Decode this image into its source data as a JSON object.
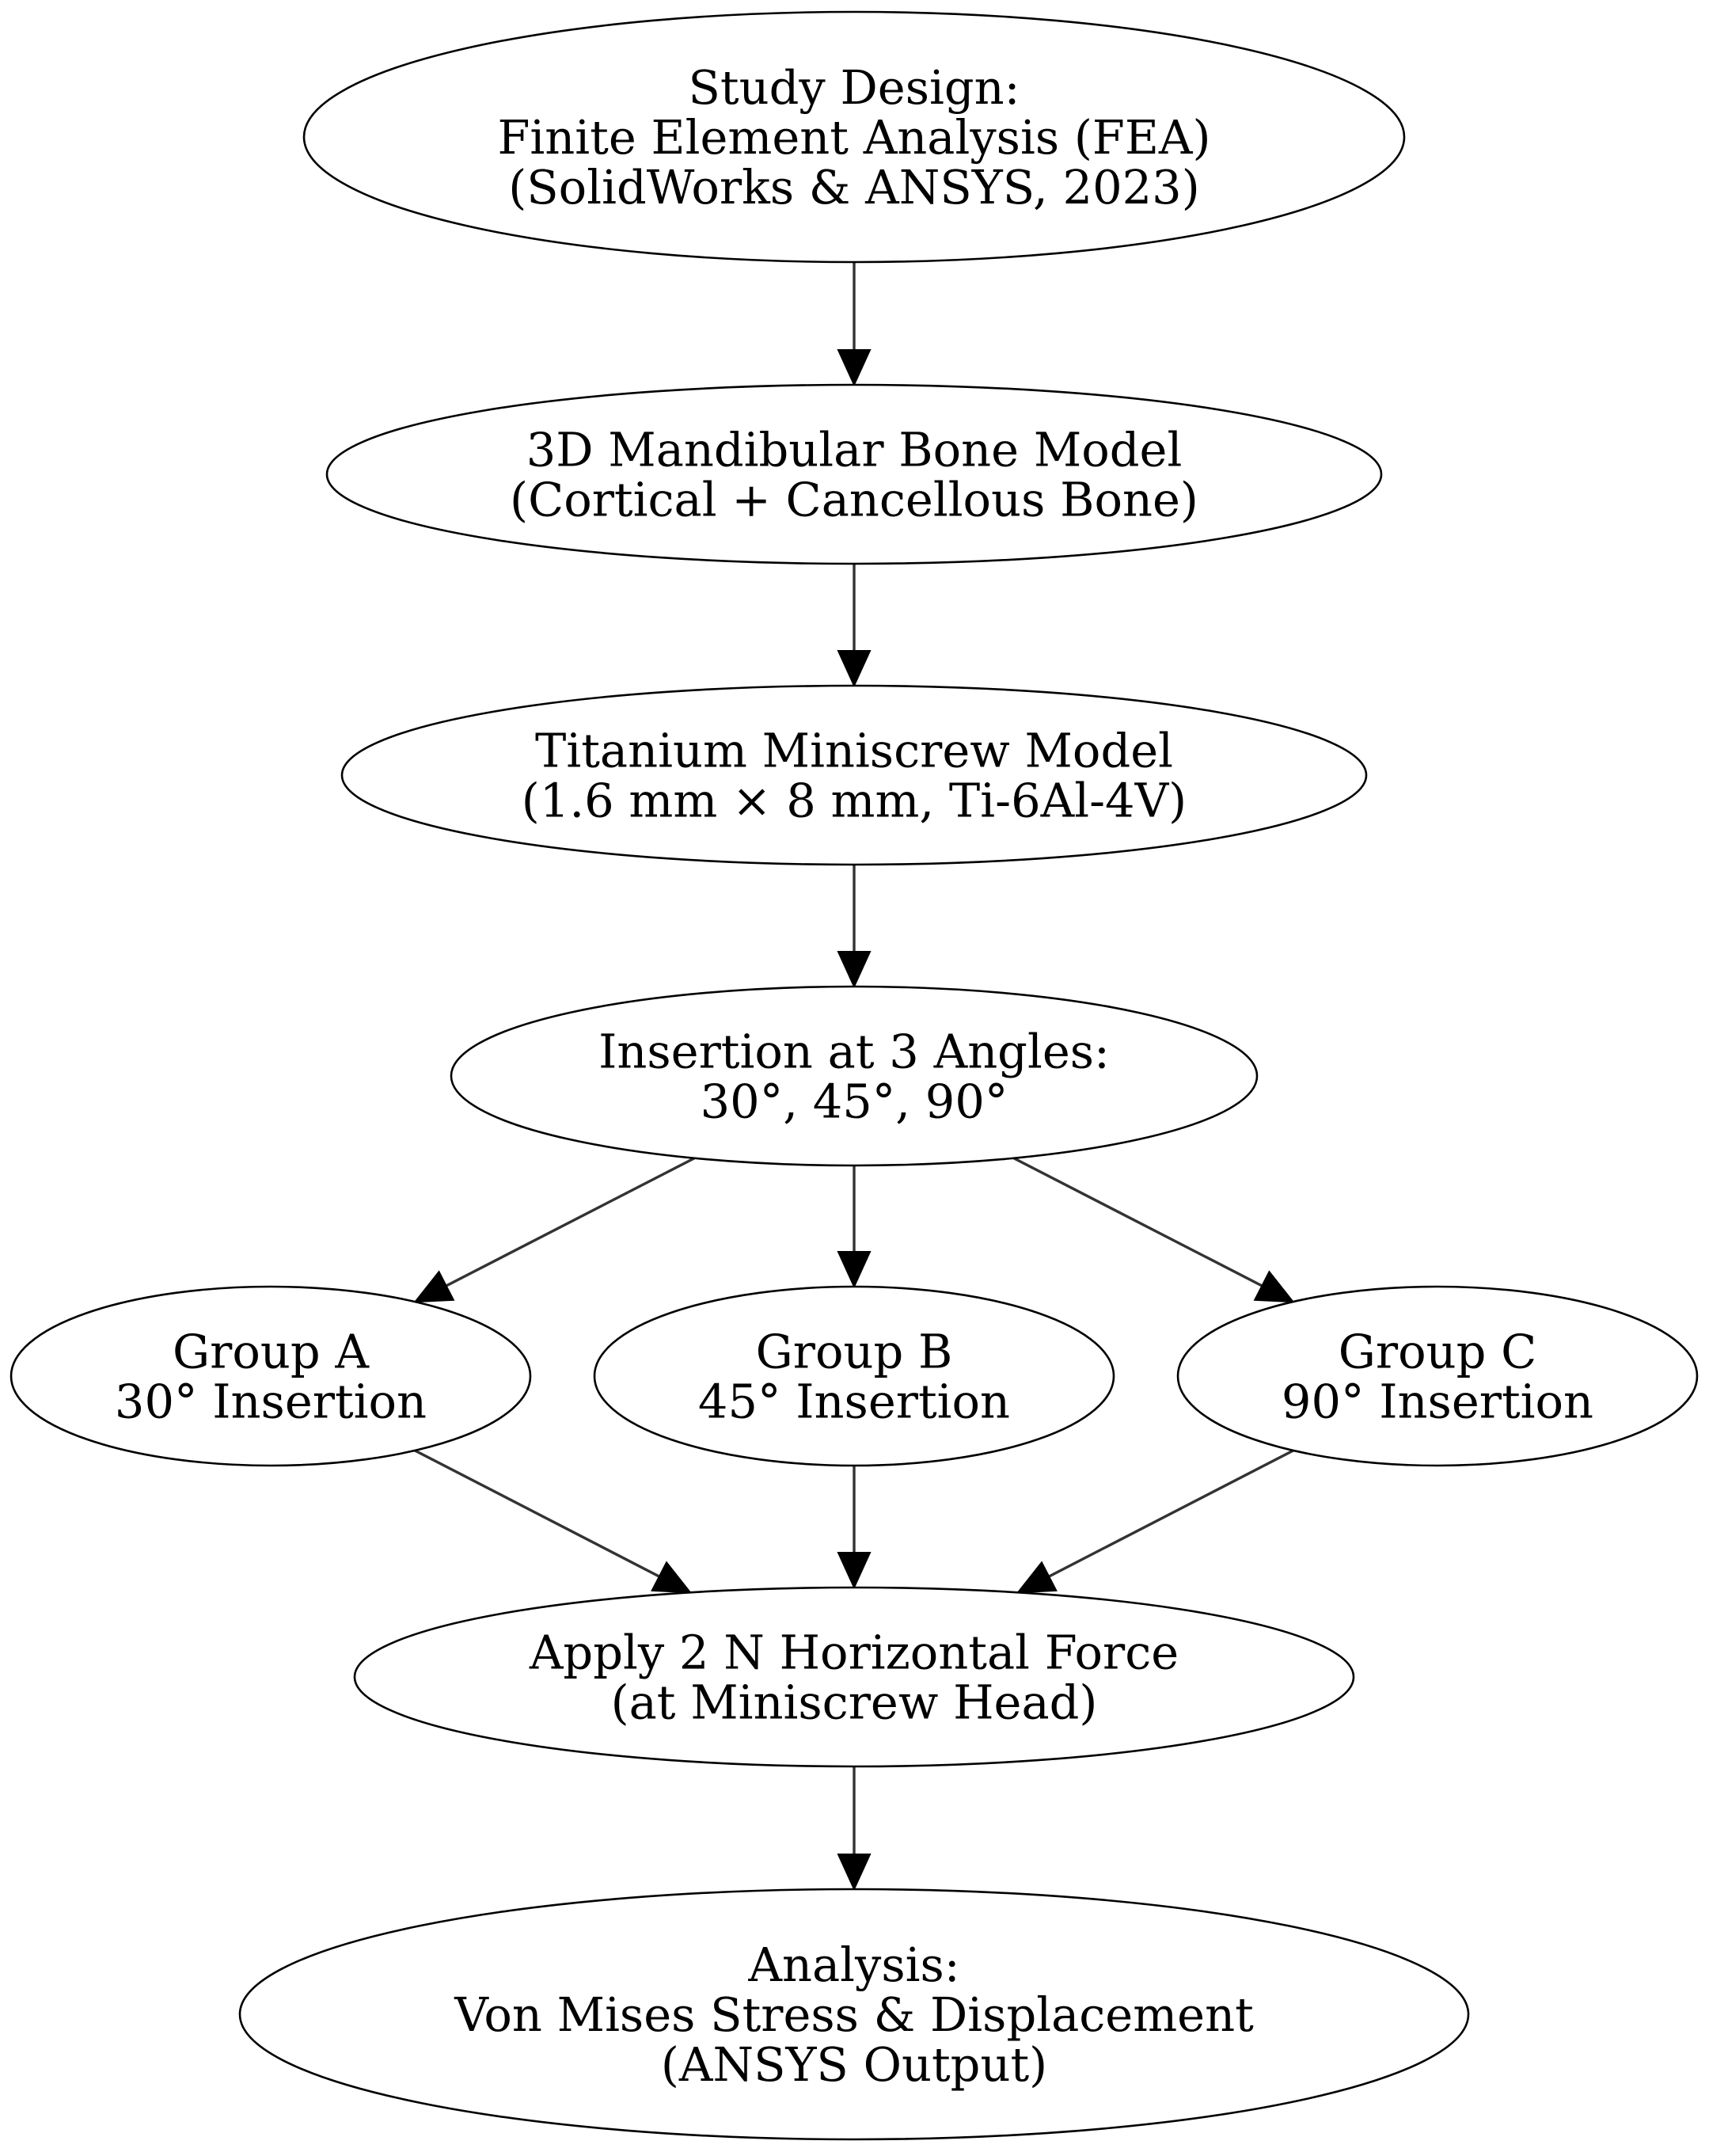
{
  "diagram": {
    "nodes": [
      {
        "id": "study-design",
        "lines": [
          "Study Design:",
          "Finite Element Analysis (FEA)",
          "(SolidWorks & ANSYS, 2023)"
        ]
      },
      {
        "id": "bone-model",
        "lines": [
          "3D Mandibular Bone Model",
          "(Cortical + Cancellous Bone)"
        ]
      },
      {
        "id": "miniscrew-model",
        "lines": [
          "Titanium Miniscrew Model",
          "(1.6 mm × 8 mm, Ti-6Al-4V)"
        ]
      },
      {
        "id": "insertion-angles",
        "lines": [
          "Insertion at 3 Angles:",
          "30°, 45°, 90°"
        ]
      },
      {
        "id": "group-a",
        "lines": [
          "Group A",
          "30° Insertion"
        ]
      },
      {
        "id": "group-b",
        "lines": [
          "Group B",
          "45° Insertion"
        ]
      },
      {
        "id": "group-c",
        "lines": [
          "Group C",
          "90° Insertion"
        ]
      },
      {
        "id": "apply-force",
        "lines": [
          "Apply 2 N Horizontal Force",
          "(at Miniscrew Head)"
        ]
      },
      {
        "id": "analysis",
        "lines": [
          "Analysis:",
          "Von Mises Stress & Displacement",
          "(ANSYS Output)"
        ]
      }
    ],
    "edges": [
      {
        "from": "study-design",
        "to": "bone-model"
      },
      {
        "from": "bone-model",
        "to": "miniscrew-model"
      },
      {
        "from": "miniscrew-model",
        "to": "insertion-angles"
      },
      {
        "from": "insertion-angles",
        "to": "group-a"
      },
      {
        "from": "insertion-angles",
        "to": "group-b"
      },
      {
        "from": "insertion-angles",
        "to": "group-c"
      },
      {
        "from": "group-a",
        "to": "apply-force"
      },
      {
        "from": "group-b",
        "to": "apply-force"
      },
      {
        "from": "group-c",
        "to": "apply-force"
      },
      {
        "from": "apply-force",
        "to": "analysis"
      }
    ]
  }
}
